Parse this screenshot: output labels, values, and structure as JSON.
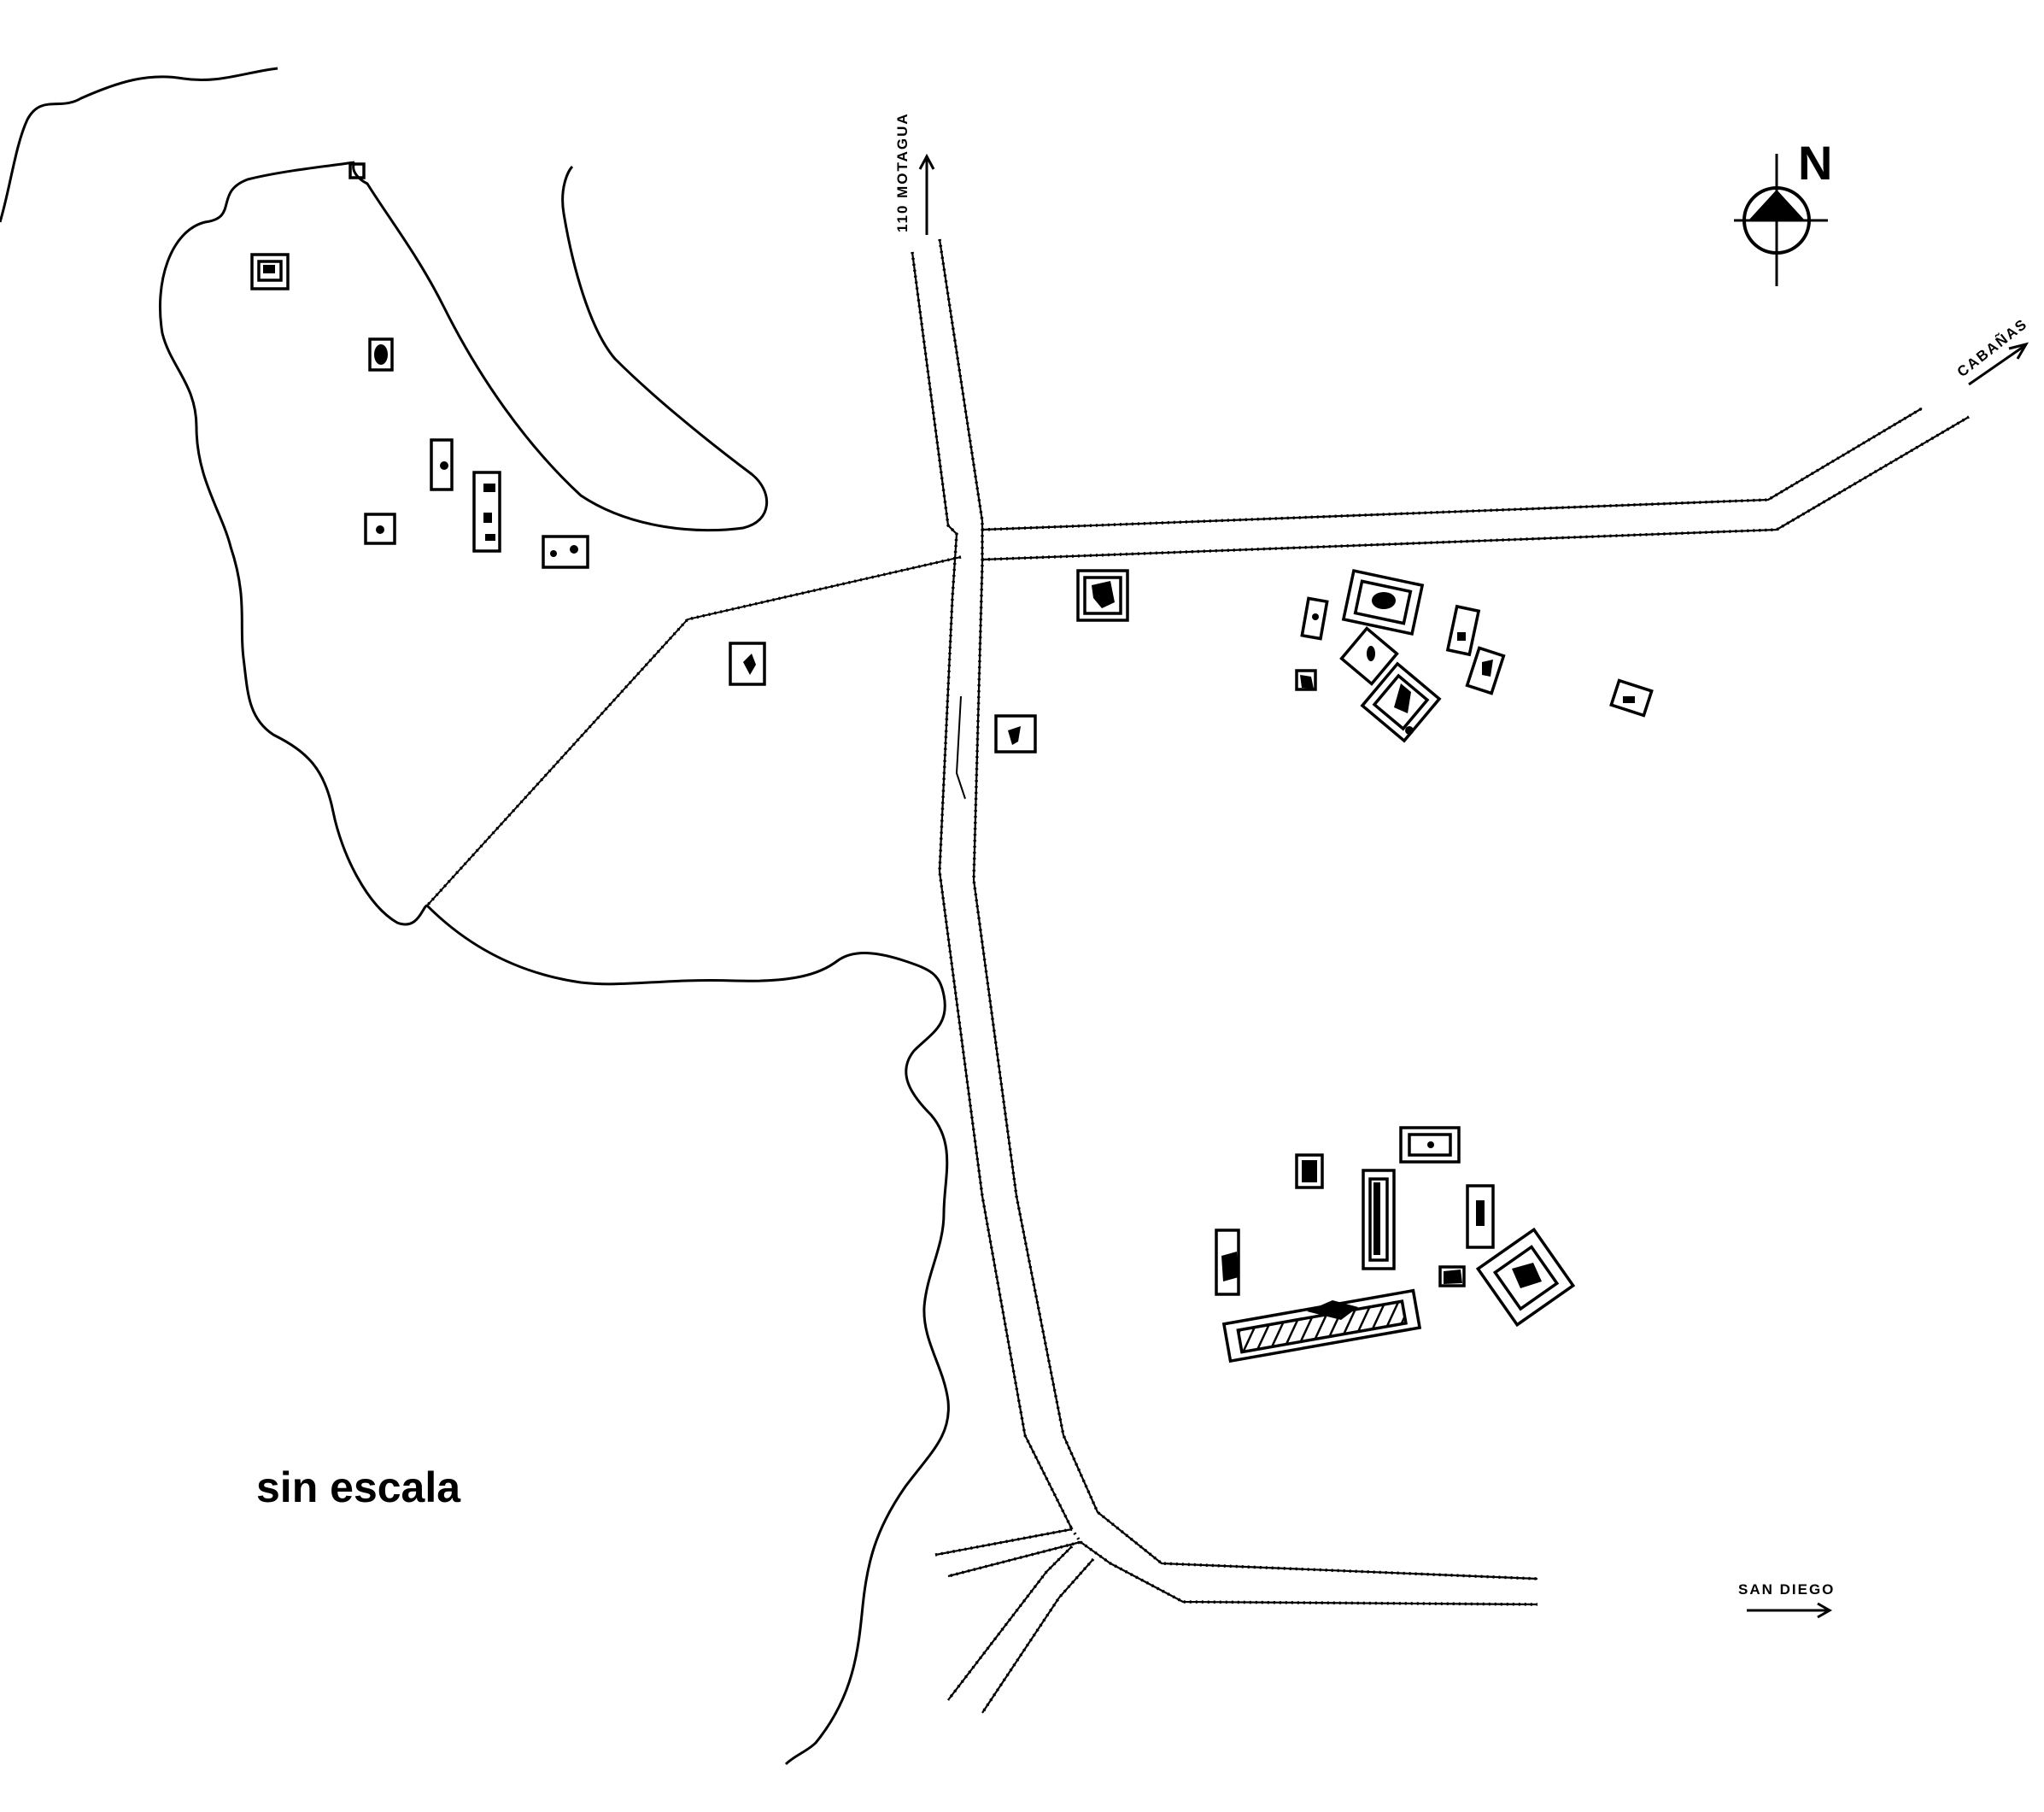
{
  "map": {
    "scale_note": "sin escala",
    "north_label": "N",
    "road_labels": {
      "north": "110 MOTAGUA",
      "northeast": "CABAÑAS",
      "southeast": "SAN DIEGO"
    },
    "colors": {
      "ink": "#000000",
      "paper": "#ffffff"
    }
  }
}
